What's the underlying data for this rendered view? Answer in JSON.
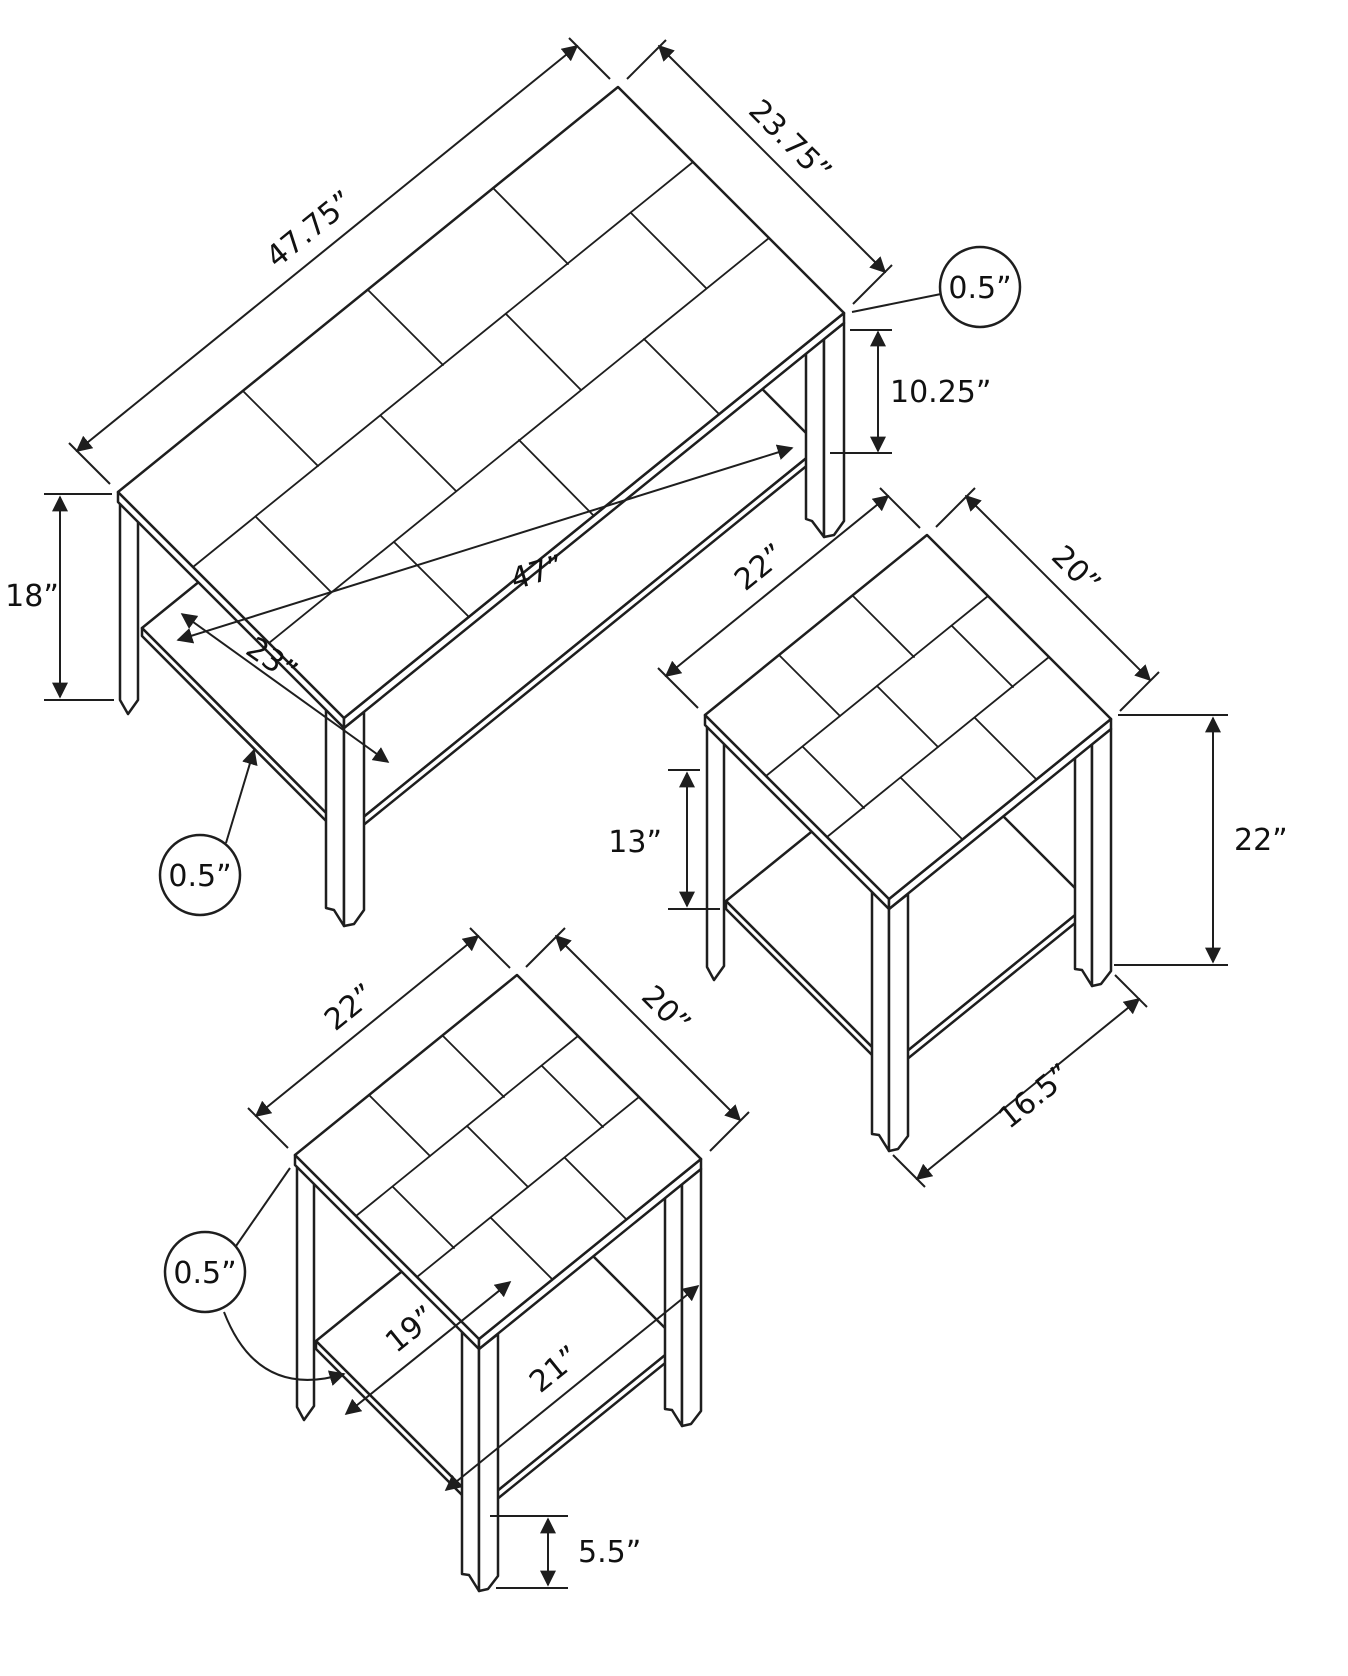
{
  "diagram": {
    "kind": "furniture dimension line drawing",
    "units": "inches",
    "pieces": [
      "coffee table",
      "end table right",
      "end table bottom"
    ]
  },
  "coffee_table": {
    "length": "47.75”",
    "depth": "23.75”",
    "top_thickness": "0.5”",
    "top_to_shelf": "10.25”",
    "height": "18”",
    "shelf_length": "47”",
    "shelf_depth": "23”",
    "shelf_thickness": "0.5”"
  },
  "end_table_right": {
    "length": "22”",
    "depth": "20”",
    "top_to_shelf": "13”",
    "height": "22”",
    "shelf_depth": "16.5”"
  },
  "end_table_bottom": {
    "length": "22”",
    "depth": "20”",
    "top_thickness": "0.5”",
    "shelf_inner_depth": "19”",
    "shelf_inner_length": "21”",
    "leg_height": "5.5”"
  }
}
